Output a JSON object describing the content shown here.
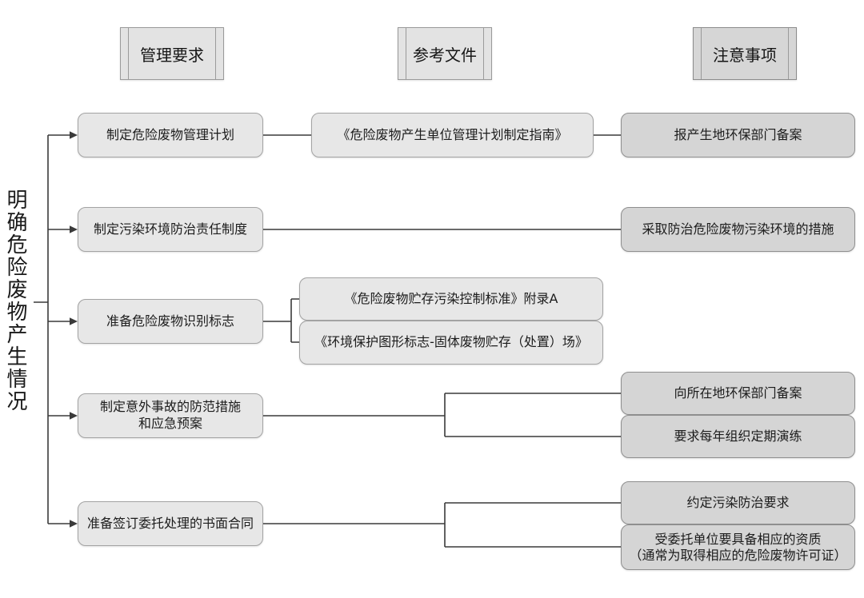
{
  "subject_label": "明确危险废物产生情况",
  "column_headers": {
    "management": "管理要求",
    "reference": "参考文件",
    "notes": "注意事项"
  },
  "rows": [
    {
      "requirement": "制定危险废物管理计划",
      "references": [
        "《危险废物产生单位管理计划制定指南》"
      ],
      "notes": [
        "报产生地环保部门备案"
      ]
    },
    {
      "requirement": "制定污染环境防治责任制度",
      "references": [],
      "notes": [
        "采取防治危险废物污染环境的措施"
      ]
    },
    {
      "requirement": "准备危险废物识别标志",
      "references": [
        "《危险废物贮存污染控制标准》附录A",
        "《环境保护图形标志-固体废物贮存（处置）场》"
      ],
      "notes": []
    },
    {
      "requirement": "制定意外事故的防范措施\n和应急预案",
      "references": [],
      "notes": [
        "向所在地环保部门备案",
        "要求每年组织定期演练"
      ]
    },
    {
      "requirement": "准备签订委托处理的书面合同",
      "references": [],
      "notes": [
        "约定污染防治要求",
        "受委托单位要具备相应的资质\n（通常为取得相应的危险废物许可证）"
      ]
    }
  ],
  "colors": {
    "background": "#ffffff",
    "requirement_fill": "#e7e7e7",
    "requirement_border": "#a3a3a3",
    "note_fill": "#d5d5d5",
    "note_border": "#8f8f8f",
    "connector_line": "#3a3a3a",
    "text": "#1c1c1c"
  }
}
